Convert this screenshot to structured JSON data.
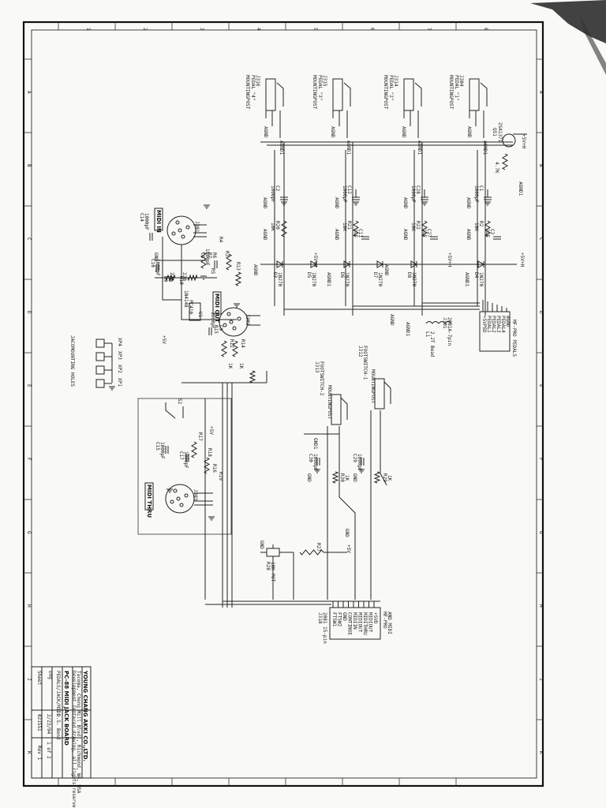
{
  "border": {
    "row_letters": [
      "A",
      "B",
      "C",
      "D",
      "E",
      "F",
      "G",
      "H",
      "J",
      "K"
    ],
    "col_numbers": [
      "1",
      "2",
      "3",
      "4",
      "5",
      "6",
      "7",
      "8"
    ]
  },
  "pedal_jacks": [
    {
      "ref": "J316",
      "name": "PEDAL \"4\"",
      "mount": "MOUNTINGPOST"
    },
    {
      "ref": "J315",
      "name": "PEDAL \"3\"",
      "mount": "MOUNTINGPOST"
    },
    {
      "ref": "J314",
      "name": "PEDAL \"2\"",
      "mount": "MOUNTINGPOST"
    },
    {
      "ref": "J304",
      "name": "PEDAL \"1\"",
      "mount": "MOUNTINGPOST"
    }
  ],
  "pedal_net_labels": [
    "AGND",
    "AGND1",
    "AGND",
    "AGND1",
    "AGND",
    "AGND1",
    "AGND",
    "AGND1"
  ],
  "transistor": {
    "ref": "Q51",
    "part": "2SA1371",
    "r_label": "4.7K",
    "rail": "+5V+H"
  },
  "caps_row1": [
    {
      "ref": "C2",
      "val": "1000pF"
    },
    {
      "ref": "C12",
      "val": "1000pF"
    },
    {
      "ref": "C28",
      "val": "1000pF"
    },
    {
      "ref": "C1",
      "val": "1000pF"
    }
  ],
  "res_row2": [
    {
      "ref": "R20",
      "val": "10K"
    },
    {
      "ref": "R21",
      "val": "10K"
    },
    {
      "ref": "R22",
      "val": "10K"
    },
    {
      "ref": "R2",
      "val": "10K"
    }
  ],
  "caps_row2": [
    {
      "ref": "C11",
      "val": "1uF"
    },
    {
      "ref": "C27",
      "val": "1uF"
    },
    {
      "ref": "C3",
      "val": "1uF"
    }
  ],
  "diodes": [
    {
      "ref": "D3",
      "part": "1N270"
    },
    {
      "ref": "D5",
      "part": "1N270"
    },
    {
      "ref": "D6",
      "part": "1N270"
    },
    {
      "ref": "D7",
      "part": "1N270"
    },
    {
      "ref": "D8",
      "part": "1N270"
    },
    {
      "ref": "D4",
      "part": "1N270"
    }
  ],
  "rail_labels": [
    "+5V+H",
    "+5V+H",
    "+5V+H",
    "AGND",
    "AGND",
    "AGND1",
    "AGND1"
  ],
  "connector_pedals": {
    "ref": "MF-PRO PEDALS",
    "pins": [
      "+5VPED",
      "PEDAL1",
      "PEDAL2",
      "PEDAL3",
      "PEDAL4",
      "AGND"
    ]
  },
  "inductor": {
    "ref": "L1",
    "val": "2.2T Bead",
    "conn": "J301",
    "conn_desc": "2081A-7pin"
  },
  "midi_jacks": [
    {
      "ref": "J301",
      "label": "MIDI IN"
    },
    {
      "ref": "J302",
      "label": "MIDI OUT"
    },
    {
      "ref": "J303",
      "label": "MIDI THRU"
    }
  ],
  "midi_in_parts": [
    "C14",
    "1000pF",
    "C10",
    "1000pF",
    "R9",
    "R8",
    "R10",
    "1N4148",
    "PC410",
    "U1",
    "C8",
    "1000pF",
    "R7",
    "R6",
    "R5",
    "R4",
    "R3",
    "R13",
    "R12",
    "R14",
    "R15",
    "C9",
    "1000pF",
    "+5V",
    "GND",
    "220",
    "220",
    "1K",
    "1K"
  ],
  "mounting_holes": {
    "title": "JACOMOUNTING HOLES",
    "refs": [
      "XP4",
      "XP3",
      "XP2",
      "XP1"
    ]
  },
  "switch_block": {
    "ref": "S2",
    "parts": [
      "C15",
      "1000pF",
      "R17",
      "R18",
      "C17",
      "1000pF",
      "R16",
      "R19",
      "+5V"
    ]
  },
  "footswitch_jacks": [
    {
      "ref": "J313",
      "name": "FOOTSWITCH-2",
      "mount": "MOUNTINGPOST"
    },
    {
      "ref": "J312",
      "name": "FOOTSWITCH-1",
      "mount": "MOUNTINGPOST"
    }
  ],
  "footswitch_parts": [
    {
      "ref": "C30",
      "val": "1000pF"
    },
    {
      "ref": "C29",
      "val": "1000pF"
    },
    {
      "ref": "R30",
      "val": "1K"
    },
    {
      "ref": "R29",
      "val": "1K"
    },
    {
      "ref": "GND",
      "val": ""
    },
    {
      "ref": "GND",
      "val": ""
    }
  ],
  "pot": {
    "ref": "R28",
    "val": "10K POT",
    "r2": "R27",
    "gnd": "GND",
    "v": "+5V"
  },
  "connector_bottom": {
    "ref": "MF-PRO",
    "sub": "AND MIDI",
    "pins": [
      "FTSW1",
      "FTSW2",
      "GND",
      "CONTINUE",
      "MIDIIN",
      "MIDIOUT",
      "MIDITHRU",
      "MIDIOUT",
      "+5VD"
    ],
    "jref": "J318",
    "jdesc": "2081 15-pin"
  },
  "title_block": {
    "company": "YOUNG CHANG AKKI CO.,LTD.",
    "line2": "Tacoma, Cheng Mill Blvd., Richmond, WA, USA",
    "line3": "Development centered drawing, all rights reserved",
    "title": "PC-88 MIDI JACK BOARD",
    "subtitle": "PEDALS/JACK/MIDI",
    "eng": "Eng",
    "date": "2/23/94",
    "drawn": "D.S. Bond",
    "sheet": "Sheet",
    "sheetno": "1 of 2",
    "dwg": "021551",
    "rev": "Rev 1"
  }
}
